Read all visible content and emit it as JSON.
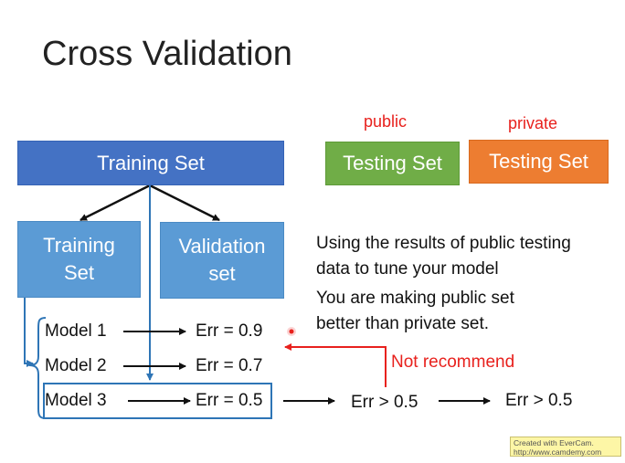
{
  "slide": {
    "title": "Cross Validation",
    "boxes": {
      "training_set": "Training Set",
      "testing_public": "Testing Set",
      "testing_private": "Testing Set",
      "training_sub": "Training Set",
      "validation": "Validation set"
    },
    "labels": {
      "public": "public",
      "private": "private",
      "model_1": "Model 1",
      "model_2": "Model 2",
      "model_3": "Model 3",
      "err_1": "Err = 0.9",
      "err_2": "Err = 0.7",
      "err_3": "Err = 0.5",
      "err_public": "Err > 0.5",
      "err_private": "Err > 0.5",
      "not_recommend": "Not recommend"
    },
    "notes": {
      "line_1": "Using the results of public testing",
      "line_2": "data to tune your model",
      "line_3": "You are making public set",
      "line_4": "better than private set."
    },
    "footer": {
      "line_1": "Created with EverCam.",
      "line_2": "http://www.camdemy.com"
    },
    "colors": {
      "dark_blue": "#4472c4",
      "light_blue": "#5b9bd5",
      "green": "#70ad47",
      "orange": "#ed7d31",
      "accent_red": "#e8211d"
    }
  }
}
